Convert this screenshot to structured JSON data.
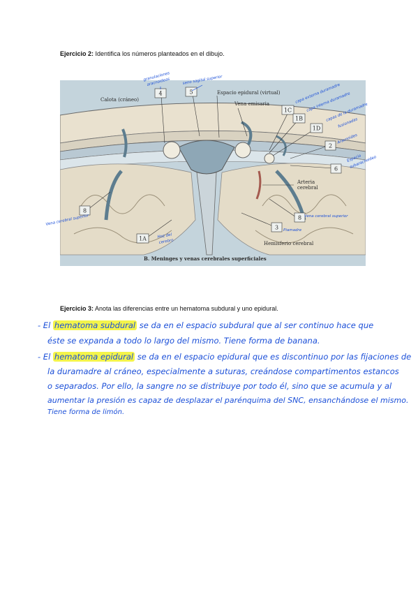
{
  "exercise2": {
    "label": "Ejercicio 2:",
    "text": " Identifica los números planteados en el dibujo."
  },
  "figure": {
    "caption": "B. Meninges y venas cerebrales superficiales",
    "printed_labels": {
      "calota": "Calota (cráneo)",
      "espacio_epidural": "Espacio epidural (virtual)",
      "vena_emisaria": "Vena emisaria",
      "arteria": "Arteria",
      "cerebral": "cerebral",
      "hemisferio": "Hemisferio cerebral"
    },
    "numbers": [
      "4",
      "5",
      "1C",
      "1B",
      "1D",
      "2",
      "6",
      "8",
      "8",
      "3",
      "1A"
    ],
    "handwritten": {
      "granulaciones_1": "granulaciones",
      "granulaciones_2": "aracnoideas",
      "seno": "seno sagital superior",
      "capa_ext": "capa externa duramadre",
      "capa_int": "capa interna duramadre",
      "capa_dural_1": "capas de la duramadre",
      "capa_dural_2": "fusionadas",
      "aracnoides": "Aracnoides",
      "espacio_1": "Espacio",
      "espacio_2": "subaracnoideo",
      "vena_izq": "Vena cerebral superior",
      "vena_der": "Vena cerebral superior",
      "piamadre": "Piamadre",
      "hoz_1": "Hoz del",
      "hoz_2": "cerebro"
    }
  },
  "exercise3": {
    "label": "Ejercicio 3:",
    "text": " Anota las diferencias entre un hematoma subdural y uno epidural."
  },
  "answer": {
    "p1_prefix": "- El ",
    "p1_highlight": "hematoma subdural",
    "p1_rest": " se da en el espacio subdural que al ser continuo hace que",
    "p1_line2": "éste se expanda a todo lo largo del mismo. Tiene forma de banana.",
    "p2_prefix": "- El ",
    "p2_highlight": "hematoma epidural",
    "p2_rest": " se da en el espacio epidural que es discontinuo por las fijaciones de",
    "p2_line2": "la duramadre al cráneo, especialmente a suturas, creándose compartimentos estancos",
    "p2_line3": "o separados. Por ello, la sangre no se distribuye por todo él, sino que se acumula y al",
    "p2_line4": "aumentar la presión es capaz de desplazar el parénquima del SNC, ensanchándose el mismo.",
    "p2_line5": "Tiene forma de limón."
  }
}
